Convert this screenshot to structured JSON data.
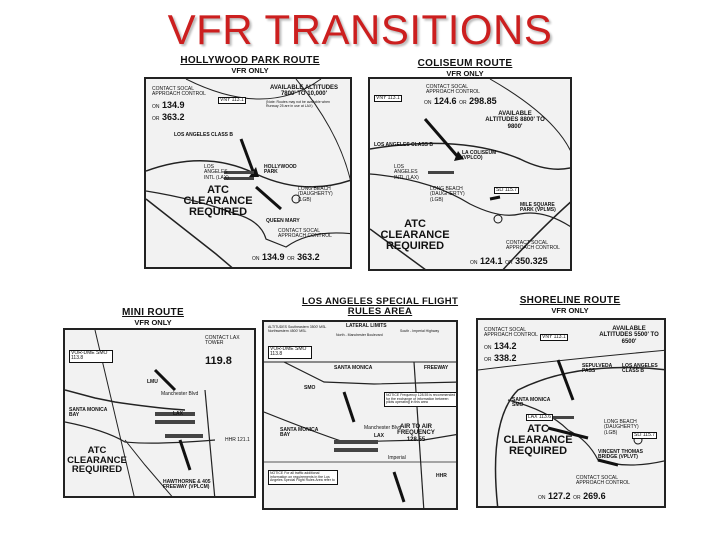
{
  "page": {
    "title": "VFR TRANSITIONS"
  },
  "hollywood": {
    "title": "HOLLYWOOD PARK ROUTE",
    "subtitle": "VFR ONLY",
    "contact": "CONTACT SOCAL APPROACH CONTROL",
    "on1": "ON",
    "freq1": "134.9",
    "or": "OR",
    "freq2": "363.2",
    "vny": "VNY 113.1",
    "altitudes": "AVAILABLE ALTITUDES 7800' TO 10,000'",
    "alt_note": "(Note: Routes may not be available when Runway 25 are in use at LAX)",
    "la_class_b": "LOS ANGELES CLASS B",
    "hollywood_park": "HOLLYWOOD PARK",
    "los_angeles_intl": "LOS ANGELES INTL (LAX)",
    "long_beach": "LONG BEACH (DAUGHERTY) (LGB)",
    "clearance": "ATC CLEARANCE REQUIRED",
    "queen_mary": "QUEEN MARY",
    "contact2": "CONTACT SOCAL APPROACH CONTROL",
    "bottom_on": "ON",
    "bottom_freq1": "134.9",
    "bottom_or": "OR",
    "bottom_freq2": "363.2"
  },
  "coliseum": {
    "title": "COLISEUM ROUTE",
    "subtitle": "VFR ONLY",
    "vny": "VNY 113.1",
    "contact": "CONTACT SOCAL APPROACH CONTROL",
    "on1": "ON",
    "freq1": "124.6",
    "or": "OR",
    "freq2": "298.85",
    "altitudes": "AVAILABLE ALTITUDES 8800' TO 9800'",
    "la_class_b": "LOS ANGELES CLASS B",
    "la_coliseum": "LA COLISEUM (VPLCO)",
    "los_angeles_intl": "LOS ANGELES INTL (LAX)",
    "long_beach": "LONG BEACH (DAUGHERTY) (LGB)",
    "sli": "SLI 115.7",
    "mile_square": "MILE SQUARE PARK (VPLMS)",
    "clearance": "ATC CLEARANCE REQUIRED",
    "contact2": "CONTACT SOCAL APPROACH CONTROL",
    "bottom_on": "ON",
    "bottom_freq1": "124.1",
    "bottom_or": "OR",
    "bottom_freq2": "350.325"
  },
  "mini": {
    "title": "MINI ROUTE",
    "subtitle": "VFR ONLY",
    "smo_vor": "VOR-DME SMO 113.8",
    "contact": "CONTACT LAX TOWER",
    "freq": "119.8",
    "lmu": "LMU",
    "manchester": "Manchester Blvd",
    "lax": "LAX",
    "santa_monica_bay": "SANTA MONICA BAY",
    "hhr": "HHR 121.1",
    "clearance": "ATC CLEARANCE REQUIRED",
    "hawthorne": "HAWTHORNE & 405 FREEWAY (VPLCM)"
  },
  "special": {
    "title": "LOS ANGELES SPECIAL FLIGHT RULES AREA",
    "limits": "LATERAL LIMITS",
    "altitude_note": "ALTITUDES Southeastern 3500' MSL Northwestern 4500' MSL",
    "north": "North - Manchester Boulevard",
    "south": "South - Imperial Highway",
    "smo_vor": "VOR-DME SMO 113.8",
    "santa_monica": "SANTA MONICA",
    "freeway": "FREEWAY",
    "smo": "SMO",
    "notice": "NOTICE Frequency 128.55 is recommended for the exchange of information between pilots operating in this area",
    "air_to_air": "AIR TO AIR FREQUENCY 128.55",
    "manchester": "Manchester Blvd",
    "lax": "LAX",
    "imperial": "Imperial",
    "santa_monica_bay": "SANTA MONICA BAY",
    "hhr": "HHR",
    "notice2": "NOTICE For all traffic additional information on requirements in the Los Angeles Special Flight Rules Area refer to"
  },
  "shoreline": {
    "title": "SHORELINE ROUTE",
    "subtitle": "VFR ONLY",
    "contact": "CONTACT SOCAL APPROACH CONTROL",
    "on1": "ON",
    "freq1": "134.2",
    "or": "OR",
    "freq2": "338.2",
    "vny": "VNY 113.1",
    "altitudes": "AVAILABLE ALTITUDES 5500' TO 6500'",
    "sepulveda": "SEPULVEDA PASS",
    "la_class_b": "LOS ANGELES CLASS B",
    "santa_monica": "SANTA MONICA SMO",
    "lax_vor": "LAX 113.6",
    "long_beach": "LONG BEACH (DAUGHERTY) (LGB)",
    "sli": "SLI 115.7",
    "clearance": "ATC CLEARANCE REQUIRED",
    "vincent_thomas": "VINCENT THOMAS BRIDGE (VPLVT)",
    "contact2": "CONTACT SOCAL APPROACH CONTROL",
    "bottom_on": "ON",
    "bottom_freq1": "127.2",
    "bottom_or": "OR",
    "bottom_freq2": "269.6"
  }
}
